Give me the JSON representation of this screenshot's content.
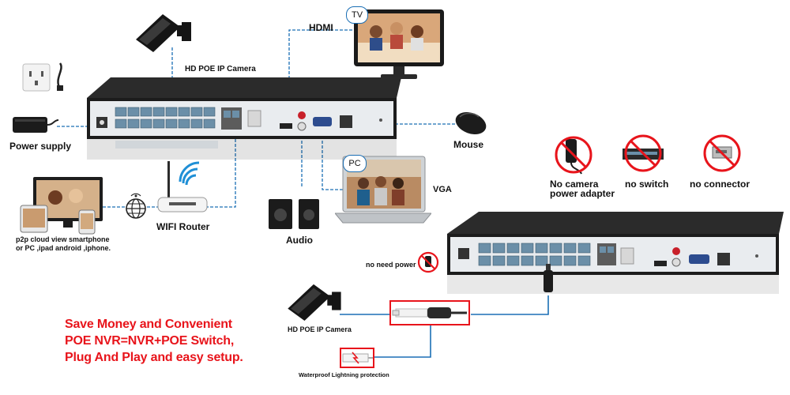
{
  "labels": {
    "hdmi": "HDMI",
    "tv": "TV",
    "hd_camera_top": "HD POE IP Camera",
    "power_supply": "Power supply",
    "mouse": "Mouse",
    "pc": "PC",
    "vga": "VGA",
    "wifi_router": "WIFI Router",
    "audio": "Audio",
    "p2p_line1": "p2p cloud view smartphone",
    "p2p_line2": "or PC ,ipad android ,iphone.",
    "no_camera_line1": "No camera",
    "no_camera_line2": "power adapter",
    "no_switch": "no switch",
    "no_connector": "no connector",
    "no_need_power": "no need power",
    "hd_camera_bottom": "HD POE IP Camera",
    "waterproof": "Waterproof Lightning protection"
  },
  "promo": {
    "line1": "Save Money and Convenient",
    "line2": "POE NVR=NVR+POE Switch,",
    "line3": "Plug And Play and easy setup."
  },
  "colors": {
    "connector": "#1b6fb5",
    "highlight": "#e8141b",
    "device_body": "#1c1c1c",
    "port_blue": "#6b8fa8"
  }
}
